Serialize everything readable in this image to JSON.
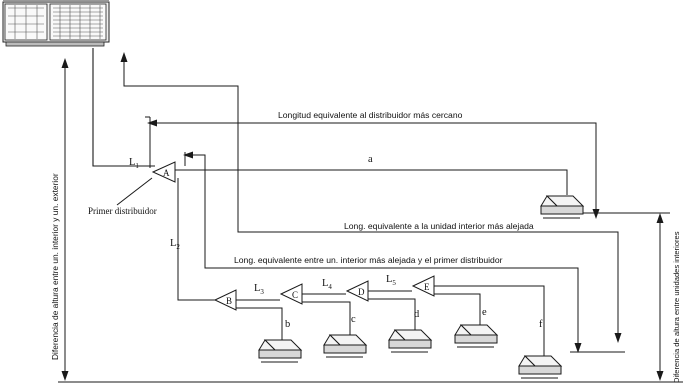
{
  "labels": {
    "nearest_distributor": "Longitud equivalente al distribuidor más cercano",
    "farthest_unit": "Long. equivalente a la unidad interior más alejada",
    "farthest_to_first": "Long. equivalente entre un. interior más alejada y el primer distribuidor",
    "height_interior_exterior": "Diferencia de altura entre un. interior y un. exterior",
    "height_between_interior": "Diferencia de altura entre unidades interiores",
    "first_distributor": "Primer distribuidor"
  },
  "distributors": {
    "A": "A",
    "B": "B",
    "C": "C",
    "D": "D",
    "E": "E"
  },
  "pipe_letters": {
    "a": "a",
    "b": "b",
    "c": "c",
    "d": "d",
    "e": "e",
    "f": "f"
  },
  "segments": {
    "L1": {
      "main": "L",
      "sub": "1"
    },
    "L2": {
      "main": "L",
      "sub": "2"
    },
    "L3": {
      "main": "L",
      "sub": "3"
    },
    "L4": {
      "main": "L",
      "sub": "4"
    },
    "L5": {
      "main": "L",
      "sub": "5"
    }
  },
  "icons": {
    "outdoor_unit": "outdoor-unit-icon",
    "indoor_unit": "indoor-unit-icon",
    "distributor": "distributor-triangle-icon"
  }
}
